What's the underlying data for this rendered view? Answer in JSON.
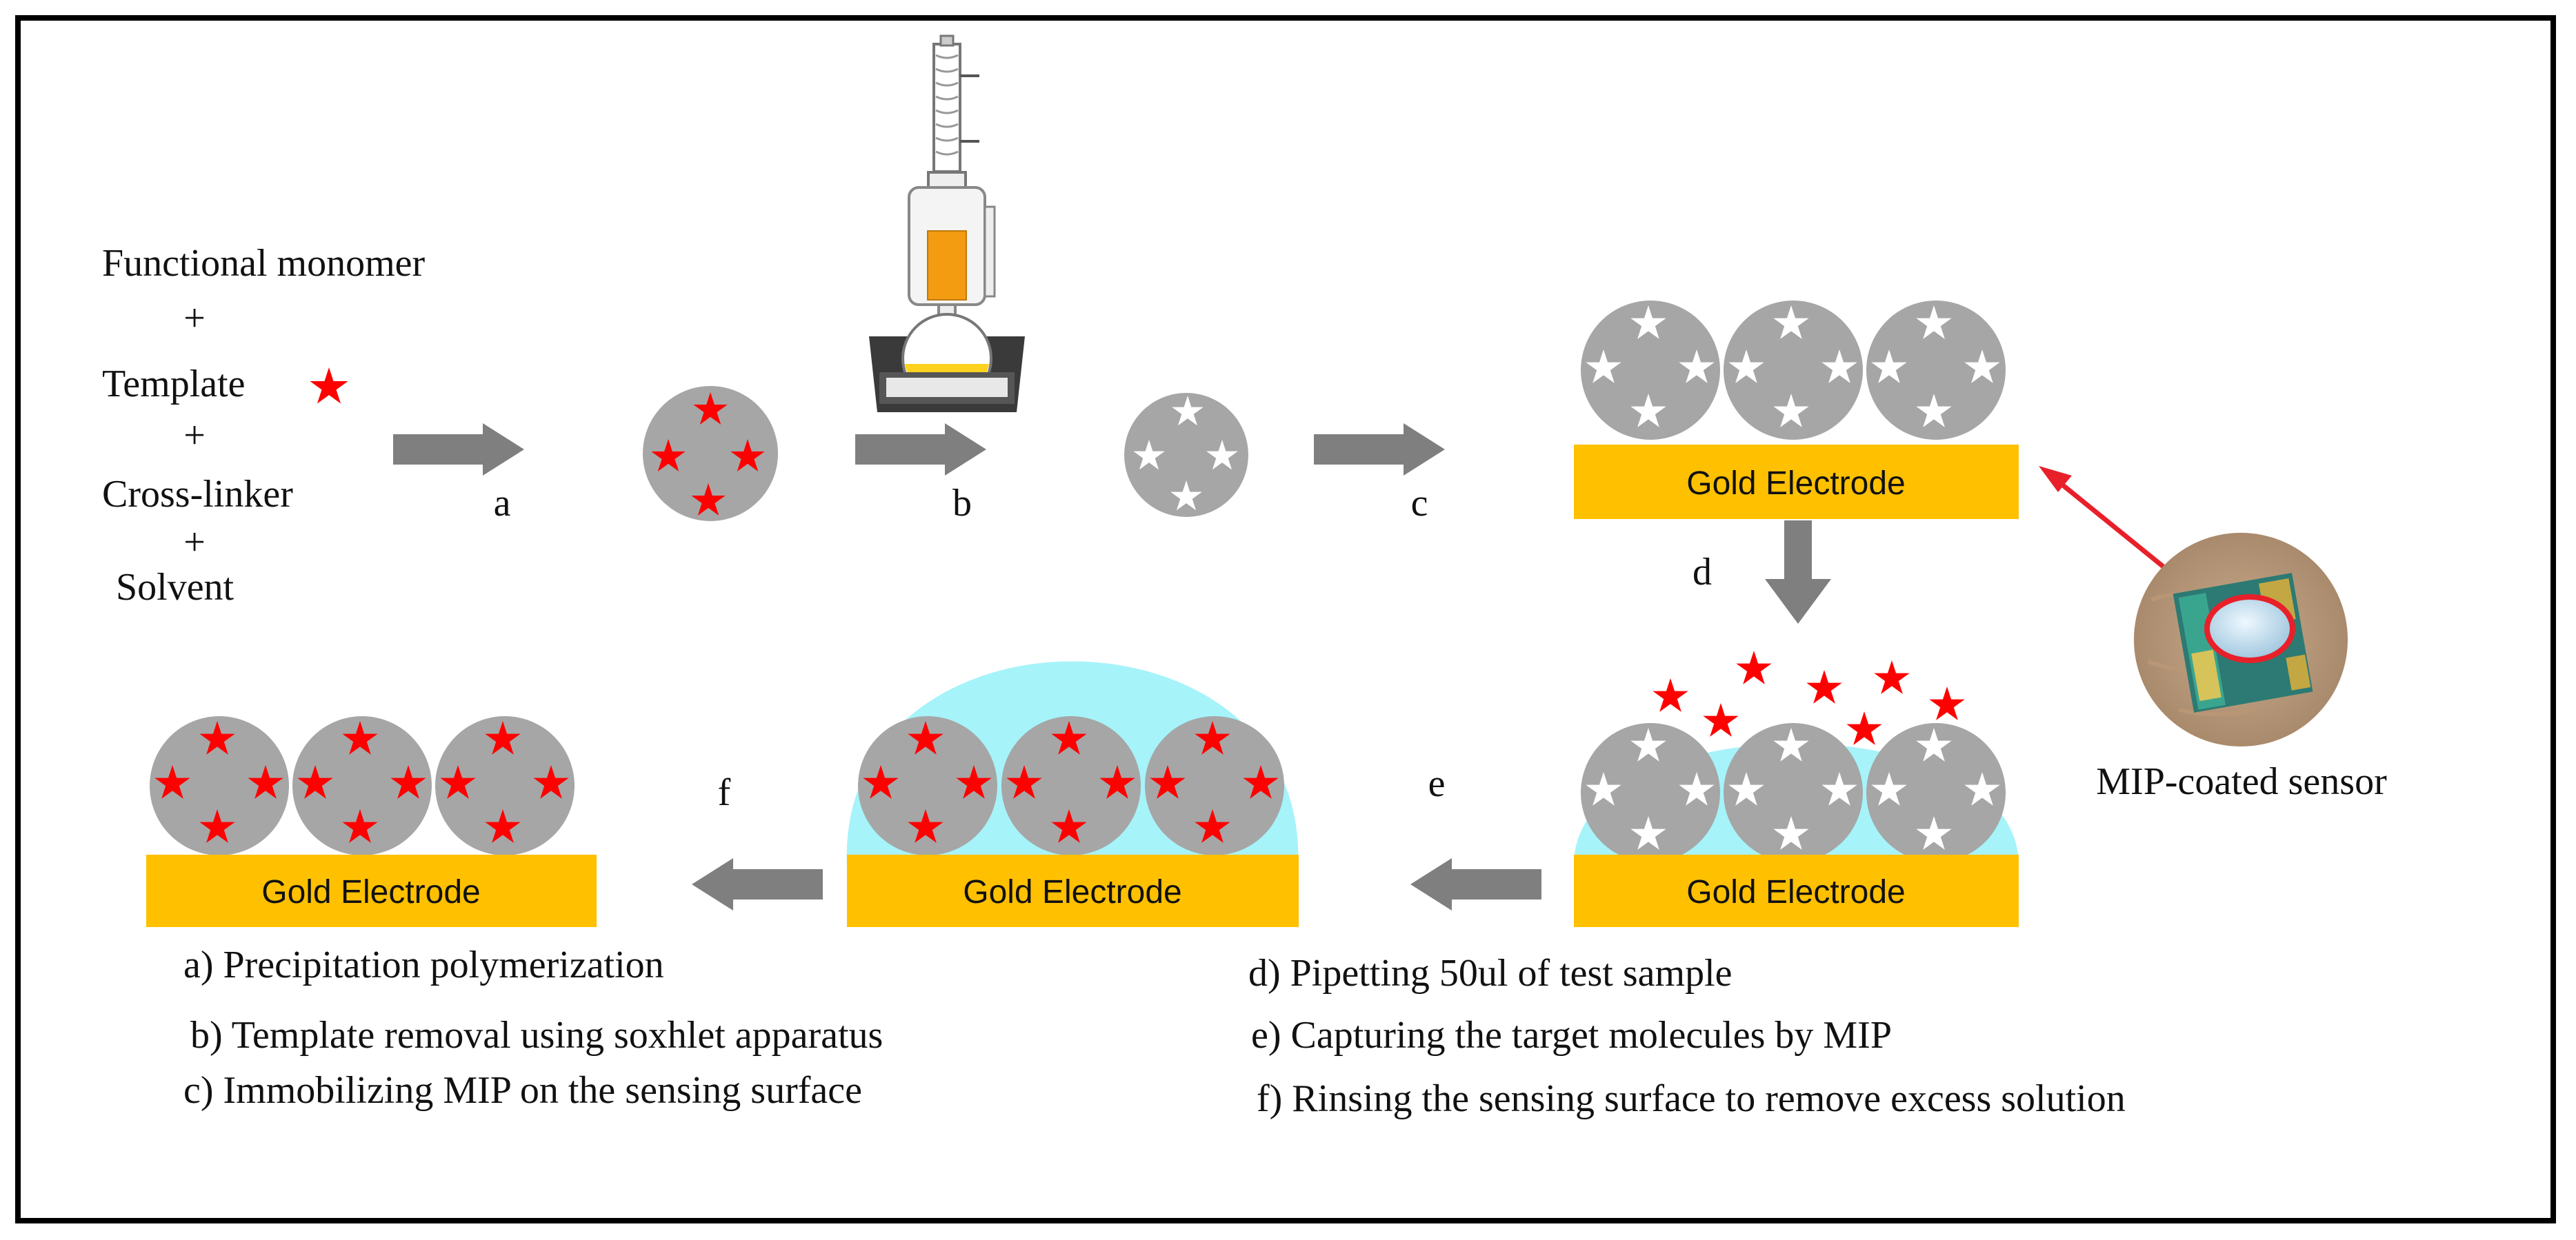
{
  "reagents": {
    "monomer": "Functional monomer",
    "plus1": "+",
    "template": "Template",
    "plus2": "+",
    "crosslinker": "Cross-linker",
    "plus3": "+",
    "solvent": "Solvent"
  },
  "steps": {
    "a": "a",
    "b": "b",
    "c": "c",
    "d": "d",
    "e": "e",
    "f": "f"
  },
  "electrode_label": "Gold Electrode",
  "sensor_caption": "MIP-coated sensor",
  "legend": {
    "a": "a) Precipitation polymerization",
    "b": "b) Template removal using soxhlet apparatus",
    "c": "c) Immobilizing MIP on the sensing surface",
    "d": "d)  Pipetting 50ul of test sample",
    "e": "e) Capturing the target molecules by MIP",
    "f": "f) Rinsing the sensing surface to remove excess solution"
  },
  "colors": {
    "electrode": "#FFC000",
    "particle": "#A6A6A6",
    "template_star": "#FF0000",
    "cavity_star": "#FFFFFF",
    "drop": "#A6F3FA",
    "arrow": "#7F7F7F",
    "pointer": "#E8202A"
  }
}
